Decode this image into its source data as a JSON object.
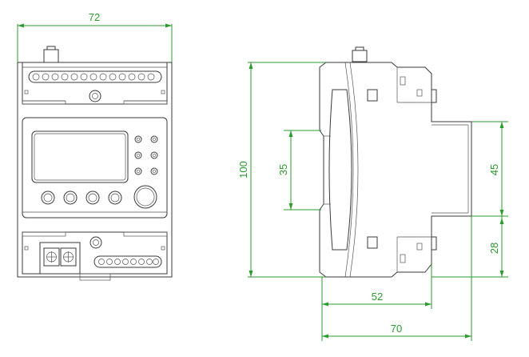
{
  "front_view": {
    "width_label": "72"
  },
  "side_view": {
    "height_label": "100",
    "rail_label": "35",
    "upper_label": "45",
    "lower_label": "28",
    "mid_depth_label": "52",
    "depth_label": "70"
  },
  "colors": {
    "dimension": "#2e9b2e",
    "outline": "#3a3a3a"
  }
}
